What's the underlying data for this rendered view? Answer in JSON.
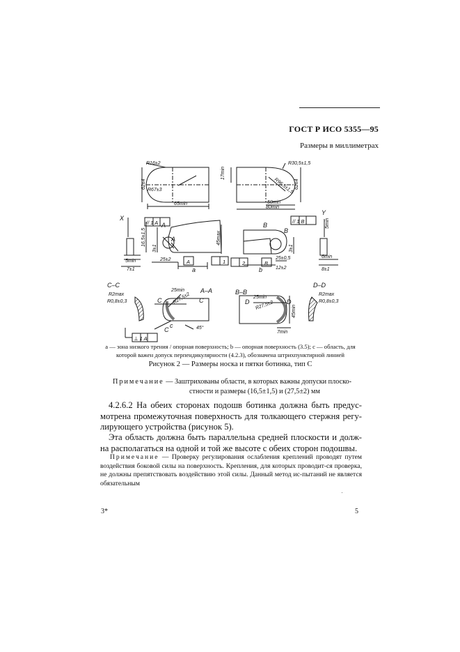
{
  "header": {
    "standard": "ГОСТ Р  ИСО 5355—95",
    "units": "Размеры в миллиметрах"
  },
  "drawing": {
    "dims": {
      "r16": "R16±2",
      "r67": "R67±3",
      "d62a": "62±4",
      "d65": "65min",
      "d17": "17min",
      "r305": "R30,5±1,5",
      "r965": "R96,5±1,5",
      "d62b": "62±4",
      "d50": "50min",
      "d80": "80min",
      "d165": "16,5±1,5",
      "d311a": "3±1",
      "d45max": "45max",
      "d5a": "5min",
      "d7": "7±1",
      "d25": "25±2",
      "d311b": "3±1",
      "d25b": "25±0,5",
      "d12": "12±2",
      "d5b": "5min",
      "d6": "6min",
      "d8": "8±1",
      "d25min1": "25min",
      "r275": "R27,5±2",
      "d25min2": "25min",
      "r272": "R27,5±2",
      "d45min": "45min",
      "d7min": "7min",
      "r2a": "R2max",
      "r08a": "R0,8±0,3",
      "r2b": "R2max",
      "r08b": "R0,8±0,3",
      "angle": "45°"
    },
    "letters": {
      "x": "X",
      "y": "Y",
      "a1": "A",
      "a2": "A",
      "a3": "A",
      "b1": "B",
      "b2": "B",
      "b3": "B",
      "aa": "A–A",
      "bb": "B–B",
      "cc": "C–C",
      "dd": "D–D",
      "c1": "C",
      "c2": "C",
      "c3": "C",
      "d1": "D",
      "d2": "D",
      "la": "a",
      "lb": "b",
      "lc": "c"
    },
    "frames": {
      "fa": "// 1 A",
      "fb": "// 1 B",
      "boxa": "A",
      "boxb": "B",
      "flat1": "1",
      "flat2": "2",
      "perp": "⊥ 1 A"
    }
  },
  "legend": "a — зона низкого трения / опорная поверхность; b — опорная поверхность (3.5); c — область, для которой важен допуск перпендикулярности (4.2.3), обозначена штрихпунктирной линией",
  "figure_caption": "Рисунок 2 — Размеры носка и пятки ботинка, тип С",
  "note1": {
    "label": "Примечание",
    "line1": " — Заштрихованы области, в которых важны допуски плоско-",
    "line2": "стности и размеры (16,5±1,5) и (27,5±2) мм"
  },
  "paragraph1": "4.2.6.2 На обеих сторонах подошв ботинка должна быть предус-мотрена промежуточная поверхность для толкающего стержня регу-лирующего устройства (рисунок 5).",
  "paragraph2": "Эта область должна быть параллельна средней плоскости и долж-на располагаться на одной и той же высоте с обеих сторон подошвы.",
  "note2": {
    "label": "Примечание",
    "text": " — Проверку регулирования ослабления креплений проводят путем воздействия боковой силы на поверхность. Крепления, для которых проводит-ся проверка, не должны препятствовать воздействию этой силы. Данный метод ис-пытаний не является обязательным"
  },
  "footer": {
    "left": "3*",
    "right": "5"
  }
}
